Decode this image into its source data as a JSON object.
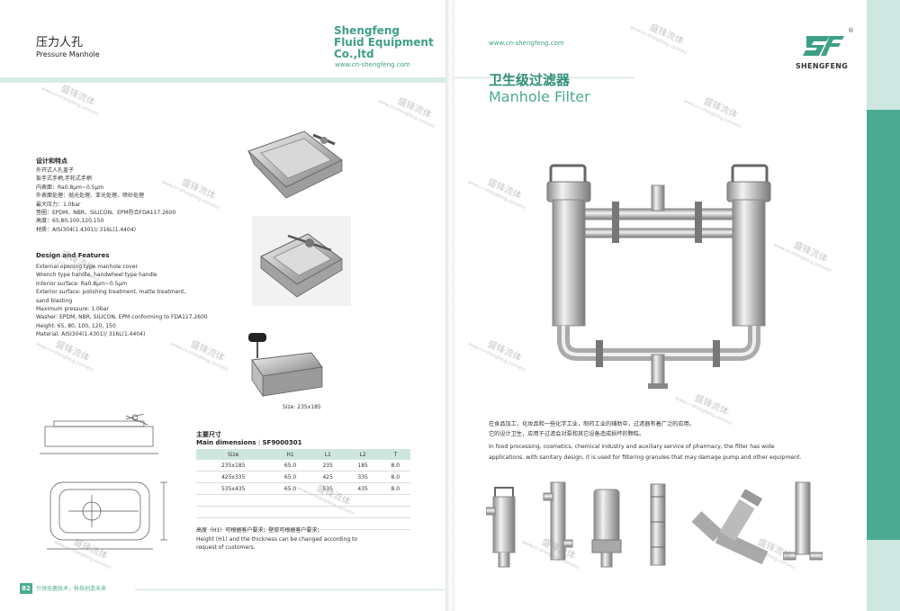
{
  "left_page": {
    "title_zh": "压力人孔",
    "title_en": "Pressure Manhole",
    "brand_name_line1": "Shengfeng",
    "brand_name_line2": "Fluid Equipment",
    "brand_name_line3": "Co.,ltd",
    "brand_url": "www.cn-shengfeng.com",
    "features_zh_heading": "设计和特点",
    "features_zh": [
      "外开式人孔盖子",
      "扳手式手柄,手轮式手柄",
      "内表面：Ra0.8μm~0.5μm",
      "外表面处理：抛光处理、亚光处理、喷砂处理",
      "最大压力：1.0bar",
      "垫圈：EPDM、NBR、SILICON、EPM符合FDA117.2600",
      "高度：65,80,100,120,150",
      "材质：AISI304(1.4301)/ 316L(1.4404)"
    ],
    "features_en_heading": "Design and Features",
    "features_en": [
      "External opening type manhole cover",
      "Wrench type handle, handwheel type handle",
      "Interior surface: Ra0.8μm~0.5μm",
      "Exterior surface: polishing treatment, matte treatment,",
      "sand blasting",
      "Maximum pressure: 1.0bar",
      "Washer: EPDM, NBR, SILICON, EPM conforming to FDA117.2600",
      "Height: 65, 80, 100, 120, 150",
      "Material: AISI304(1.4301)/ 316L(1.4404)"
    ],
    "photo_caption": "Size: 235x185",
    "dims_heading_zh": "主要尺寸",
    "dims_heading_en": "Main dimensions",
    "dims_code": "SF9000301",
    "table": {
      "headers": [
        "Size",
        "H1",
        "L1",
        "L2",
        "T"
      ],
      "rows": [
        [
          "235x185",
          "65.0",
          "235",
          "185",
          "8.0"
        ],
        [
          "425x335",
          "65.0",
          "425",
          "335",
          "8.0"
        ],
        [
          "535x435",
          "65.0",
          "535",
          "435",
          "8.0"
        ]
      ]
    },
    "note_zh": "高度（H1）可根据客户要求；壁厚可根据客户要求；",
    "note_en_1": "Height (H1) and the thickness can be changed according to",
    "note_en_2": "request of customers.",
    "page_number": "82",
    "footer_slogan": "引领无菌技术，科技创造未来"
  },
  "right_page": {
    "url": "www.cn-shengfeng.com",
    "title_zh": "卫生级过滤器",
    "title_en": "Manhole Filter",
    "logo_text": "SHENGFENG",
    "logo_registered": "®",
    "desc_zh_1": "在食品加工，化妆品和一些化学工业，制药工业的辅助中，过滤器有着广泛的应用。",
    "desc_zh_2": "它的设计卫生，应用于过滤会对泵和其它设备造成损坏的颗粒。",
    "desc_en_1": "In food processing, cosmetics, chemical industry and auxiliary service of pharmacy, the filter has wide",
    "desc_en_2": "applications. with sanitary design, it is used for filtering granules that may damage pump and other equipment."
  },
  "watermark": {
    "zh": "盛锋流体",
    "en": "www.cn-shengfeng.com/en/"
  },
  "colors": {
    "brand_green": "#3e9f87",
    "edge_teal": "#4caa93",
    "table_header": "#cfe6df"
  }
}
